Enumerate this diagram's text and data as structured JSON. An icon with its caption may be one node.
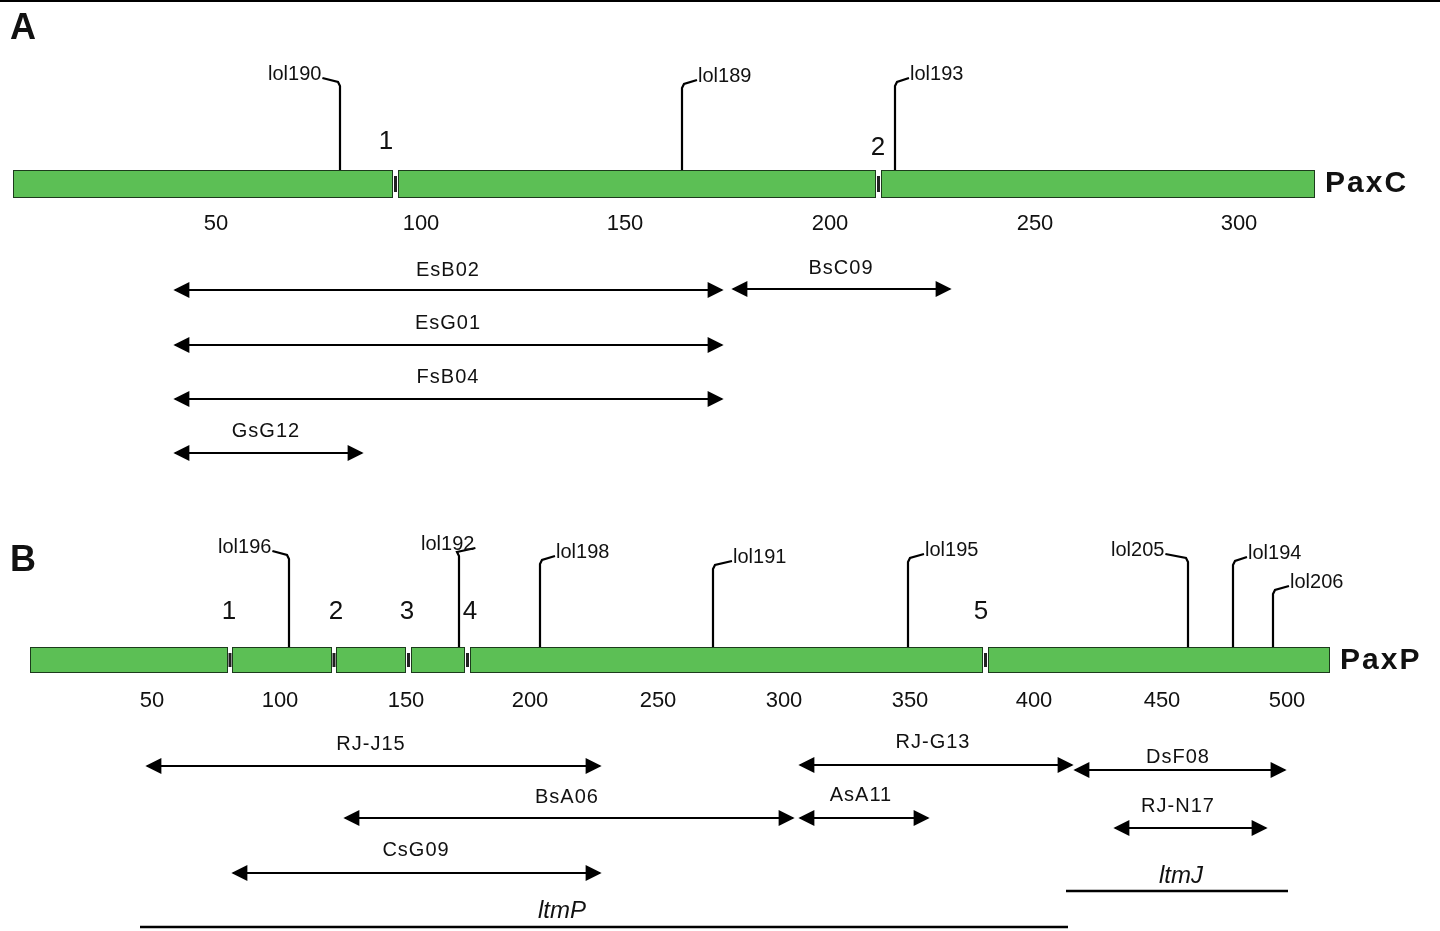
{
  "diagram": {
    "nodes": [
      {
        "text": [],
        "shape": "bar"
      },
      {
        "text": [],
        "shape": "bar"
      },
      {
        "text": [],
        "shape": "bar"
      },
      {
        "text": [
          "lol190"
        ]
      },
      {
        "text": [
          "lol189"
        ]
      },
      {
        "text": [
          "lol193"
        ]
      },
      {
        "text": [],
        "shape": "bar"
      },
      {
        "text": [],
        "shape": "bar"
      },
      {
        "text": [],
        "shape": "bar"
      },
      {
        "text": [],
        "shape": "bar"
      },
      {
        "text": [],
        "shape": "bar"
      },
      {
        "text": [],
        "shape": "bar"
      },
      {
        "text": [
          "lol196"
        ]
      },
      {
        "text": [
          "lol192"
        ]
      },
      {
        "text": [
          "lol198"
        ]
      },
      {
        "text": [
          "lol191"
        ]
      },
      {
        "text": [
          "lol195"
        ]
      },
      {
        "text": [
          "lol205"
        ]
      },
      {
        "text": [
          "lol194"
        ]
      },
      {
        "text": [
          "lol206"
        ]
      }
    ],
    "edges": [
      {
        "from": 3,
        "to": 0,
        "arrow": "none"
      },
      {
        "from": 4,
        "to": 1,
        "arrow": "none"
      },
      {
        "from": 5,
        "to": 2,
        "arrow": "none"
      },
      {
        "from": 12,
        "to": 7,
        "arrow": "none"
      },
      {
        "from": 13,
        "to": 9,
        "arrow": "none"
      },
      {
        "from": 14,
        "to": 10,
        "arrow": "none"
      },
      {
        "from": 15,
        "to": 10,
        "arrow": "none"
      },
      {
        "from": 16,
        "to": 10,
        "arrow": "none"
      },
      {
        "from": 17,
        "to": 11,
        "arrow": "none"
      },
      {
        "from": 18,
        "to": 11,
        "arrow": "none"
      },
      {
        "from": 19,
        "to": 11,
        "arrow": "none"
      }
    ],
    "labels": [
      "A",
      "1",
      "2",
      "PaxC",
      "50",
      "100",
      "150",
      "200",
      "250",
      "300",
      "EsB02",
      "BsC09",
      "EsG01",
      "FsB04",
      "GsG12",
      "B",
      "1",
      "2",
      "3",
      "4",
      "5",
      "PaxP",
      "50",
      "100",
      "150",
      "200",
      "250",
      "300",
      "350",
      "400",
      "450",
      "500",
      "RJ-J15",
      "RJ-G13",
      "DsF08",
      "BsA06",
      "AsA11",
      "RJ-N17",
      "CsG09",
      "ltmJ",
      "ltmP"
    ]
  }
}
